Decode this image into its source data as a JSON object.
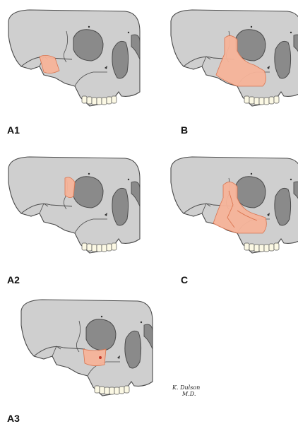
{
  "panels": {
    "a1": {
      "label": "A1"
    },
    "b": {
      "label": "B"
    },
    "a2": {
      "label": "A2"
    },
    "c": {
      "label": "C"
    },
    "a3": {
      "label": "A3"
    }
  },
  "signature": {
    "name": "K. Dulson",
    "suffix": "M.D."
  },
  "colors": {
    "skull": "#cfcfcf",
    "skull_outline": "#4a4a4a",
    "orbit": "#8a8a8a",
    "fracture": "#f7b49a",
    "fracture_outline": "#d9704a",
    "teeth": "#fbf8e4"
  }
}
